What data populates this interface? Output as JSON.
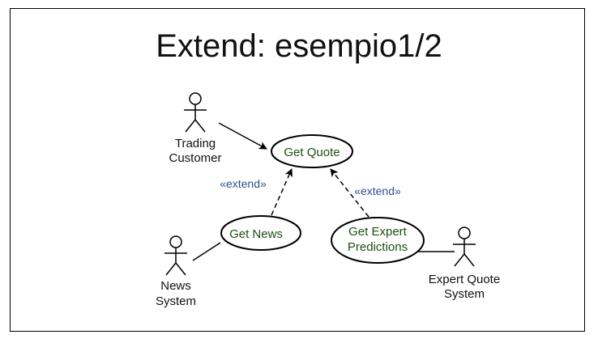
{
  "title": "Extend: esempio1/2",
  "colors": {
    "usecase_text": "#1f4d13",
    "stereotype_text": "#2f4f8f",
    "actor_text": "#111111",
    "stroke": "#000000"
  },
  "use_cases": {
    "get_quote": {
      "lines": [
        "Get Quote"
      ]
    },
    "get_news": {
      "lines": [
        "Get News"
      ]
    },
    "get_expert_predictions": {
      "lines": [
        "Get Expert",
        "Predictions"
      ]
    }
  },
  "actors": {
    "trading_customer": {
      "lines": [
        "Trading",
        "Customer"
      ]
    },
    "news_system": {
      "lines": [
        "News",
        "System"
      ]
    },
    "expert_quote_system": {
      "lines": [
        "Expert Quote",
        "System"
      ]
    }
  },
  "extend_labels": {
    "news_to_quote": "«extend»",
    "predictions_to_quote": "«extend»"
  }
}
